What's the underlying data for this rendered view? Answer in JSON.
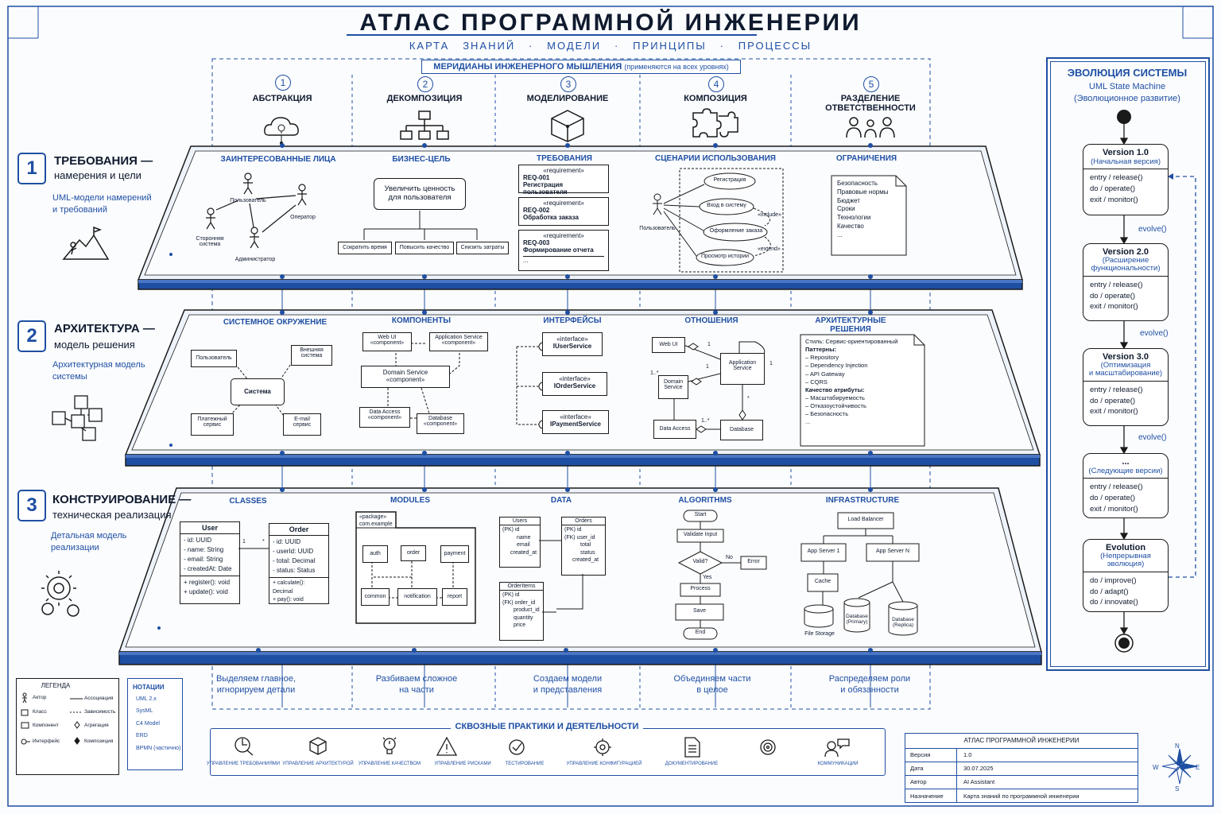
{
  "header": {
    "title": "АТЛАС ПРОГРАММНОЙ ИНЖЕНЕРИИ",
    "subtitle": "КАРТА   ЗНАНИЙ   ·   МОДЕЛИ   ·   ПРИНЦИПЫ   ·   ПРОЦЕССЫ"
  },
  "meridians": {
    "banner": "МЕРИДИАНЫ ИНЖЕНЕРНОГО МЫШЛЕНИЯ",
    "banner_note": "(применяются на всех уровнях)",
    "items": [
      {
        "num": "1",
        "label": "АБСТРАКЦИЯ"
      },
      {
        "num": "2",
        "label": "ДЕКОМПОЗИЦИЯ"
      },
      {
        "num": "3",
        "label": "МОДЕЛИРОВАНИЕ"
      },
      {
        "num": "4",
        "label": "КОМПОЗИЦИЯ"
      },
      {
        "num": "5",
        "label": "РАЗДЕЛЕНИЕ\nОТВЕТСТВЕННОСТИ"
      }
    ],
    "captions": [
      "Выделяем главное,\nигнорируем детали",
      "Разбиваем сложное\nна части",
      "Создаем модели\nи представления",
      "Объединяем части\nв целое",
      "Распределяем роли\nи обязанности"
    ]
  },
  "levels": [
    {
      "num": "1",
      "title": "ТРЕБОВАНИЯ —",
      "sub": "намерения и цели",
      "desc": "UML-модели намерений\nи требований"
    },
    {
      "num": "2",
      "title": "АРХИТЕКТУРА —",
      "sub": "модель решения",
      "desc": "Архитектурная модель\nсистемы"
    },
    {
      "num": "3",
      "title": "КОНСТРУИРОВАНИЕ —",
      "sub": "техническая реализация",
      "desc": "Детальная модель\nреализации"
    }
  ],
  "req": {
    "headers": [
      "ЗАИНТЕРЕСОВАННЫЕ ЛИЦА",
      "БИЗНЕС-ЦЕЛЬ",
      "ТРЕБОВАНИЯ",
      "СЦЕНАРИИ ИСПОЛЬЗОВАНИЯ",
      "ОГРАНИЧЕНИЯ"
    ],
    "actors": [
      "Пользователь",
      "Оператор",
      "Сторонняя\nсистема",
      "Администратор"
    ],
    "goal": "Увеличить ценность\nдля пользователя",
    "subgoals": [
      "Сократить время",
      "Повысить качество",
      "Снизить затраты"
    ],
    "requirements": [
      {
        "stereo": "«requirement»",
        "id": "REQ-001",
        "name": "Регистрация пользователя"
      },
      {
        "stereo": "«requirement»",
        "id": "REQ-002",
        "name": "Обработка заказа"
      },
      {
        "stereo": "«requirement»",
        "id": "REQ-003",
        "name": "Формирование отчета"
      }
    ],
    "req_more": "...",
    "uc_actor": "Пользователь",
    "usecases": [
      "Регистрация",
      "Вход в систему",
      "Оформление заказа",
      "Просмотр истории"
    ],
    "uc_include": "«include»",
    "uc_extend": "«extend»",
    "constraints": [
      "Безопасность",
      "Правовые нормы",
      "Бюджет",
      "Сроки",
      "Технологии",
      "Качество",
      "..."
    ]
  },
  "arch": {
    "headers": [
      "СИСТЕМНОЕ ОКРУЖЕНИЕ",
      "КОМПОНЕНТЫ",
      "ИНТЕРФЕЙСЫ",
      "ОТНОШЕНИЯ",
      "АРХИТЕКТУРНЫЕ РЕШЕНИЯ"
    ],
    "context": {
      "center": "Система",
      "user": "Пользователь",
      "ext": "Внешняя\nсистема",
      "pay": "Платежный\nсервис",
      "mail": "E-mail\nсервис"
    },
    "components": [
      {
        "name": "Web UI",
        "st": "«component»"
      },
      {
        "name": "Application Service",
        "st": "«component»"
      },
      {
        "name": "Domain Service",
        "st": "«component»"
      },
      {
        "name": "Data Access",
        "st": "«component»"
      },
      {
        "name": "Database",
        "st": "«component»"
      }
    ],
    "interfaces": [
      {
        "st": "«interface»",
        "name": "IUserService"
      },
      {
        "st": "«interface»",
        "name": "IOrderService"
      },
      {
        "st": "«interface»",
        "name": "IPaymentService"
      }
    ],
    "relations": {
      "webui": "Web UI",
      "app": "Application\nService",
      "domain": "Domain\nService",
      "da": "Data Access",
      "db": "Database",
      "m1": "1",
      "m2": "1",
      "m3": "1..*",
      "m4": "*",
      "m5": "1..*",
      "m6": "1"
    },
    "decisions": {
      "style": "Стиль: Сервис-ориентированный",
      "patterns_h": "Паттерны:",
      "patterns": [
        "– Repository",
        "– Dependency Injection",
        "– API Gateway",
        "– CQRS"
      ],
      "quality_h": "Качество атрибуты:",
      "quality": [
        "– Масштабируемость",
        "– Отказоустойчивость",
        "– Безопасность"
      ],
      "more": "..."
    }
  },
  "cons": {
    "headers": [
      "CLASSES",
      "MODULES",
      "DATA",
      "ALGORITHMS",
      "INFRASTRUCTURE"
    ],
    "user_cls": {
      "name": "User",
      "attrs": [
        "- id: UUID",
        "- name: String",
        "- email: String",
        "- createdAt: Date"
      ],
      "ops": [
        "+ register(): void",
        "+ update(): void"
      ]
    },
    "order_cls": {
      "name": "Order",
      "attrs": [
        "- id: UUID",
        "- userId: UUID",
        "- total: Decimal",
        "- status: Status"
      ],
      "ops": [
        "+ calculate(): Decimal",
        "+ pay(): void"
      ]
    },
    "assoc": {
      "a": "1",
      "b": "*"
    },
    "pkg": {
      "st": "«package»",
      "name": "com.example",
      "mods": [
        "auth",
        "order",
        "payment",
        "common",
        "notification",
        "report"
      ]
    },
    "users_tbl": {
      "name": "Users",
      "rows": [
        "(PK)  id",
        "name",
        "email",
        "created_at"
      ]
    },
    "orders_tbl": {
      "name": "Orders",
      "rows": [
        "(PK)  id",
        "(FK)  user_id",
        "total",
        "status",
        "created_at"
      ]
    },
    "items_tbl": {
      "name": "OrderItems",
      "rows": [
        "(PK)  id",
        "(FK)  order_id",
        "product_id",
        "quantity",
        "price"
      ]
    },
    "flow": {
      "start": "Start",
      "validate": "Validate Input",
      "valid": "Valid?",
      "no": "No",
      "yes": "Yes",
      "error": "Error",
      "process": "Process",
      "save": "Save",
      "end": "End"
    },
    "infra": {
      "lb": "Load Balancer",
      "a1": "App Server 1",
      "an": "App Server N",
      "cache": "Cache",
      "db1": "Database\n(Primary)",
      "db2": "Database\n(Replica)",
      "fs": "File Storage"
    }
  },
  "practices": {
    "title": "СКВОЗНЫЕ ПРАКТИКИ И ДЕЯТЕЛЬНОСТИ",
    "items": [
      {
        "label": "УПРАВЛЕНИЕ ТРЕБОВАНИЯМИ",
        "icon": "requirements-icon"
      },
      {
        "label": "УПРАВЛЕНИЕ АРХИТЕКТУРОЙ",
        "icon": "architecture-icon"
      },
      {
        "label": "УПРАВЛЕНИЕ КАЧЕСТВОМ",
        "icon": "quality-icon"
      },
      {
        "label": "УПРАВЛЕНИЕ РИСКАМИ",
        "icon": "risk-icon"
      },
      {
        "label": "ТЕСТИРОВАНИЕ",
        "icon": "testing-icon"
      },
      {
        "label": "УПРАВЛЕНИЕ КОНФИГУРАЦИЕЙ",
        "icon": "config-icon"
      },
      {
        "label": "ДОКУМЕНТИРОВАНИЕ",
        "icon": "docs-icon"
      },
      {
        "label": "",
        "icon": "target-icon"
      },
      {
        "label": "КОММУНИКАЦИИ",
        "icon": "communication-icon"
      }
    ]
  },
  "legend": {
    "title": "ЛЕГЕНДА",
    "items": [
      {
        "label": "Актор"
      },
      {
        "label": "Ассоциация"
      },
      {
        "label": "Класс"
      },
      {
        "label": "Зависимость"
      },
      {
        "label": "Компонент"
      },
      {
        "label": "Агрегация"
      },
      {
        "label": "Интерфейс"
      },
      {
        "label": "Композиция"
      }
    ]
  },
  "notations": {
    "title": "НОТАЦИИ",
    "items": [
      "UML 2.x",
      "SysML",
      "C4 Model",
      "ERD",
      "BPMN (частично)"
    ]
  },
  "meta": {
    "title": "АТЛАС  ПРОГРАММНОЙ  ИНЖЕНЕРИИ",
    "rows": [
      {
        "k": "Версия",
        "v": "1.0"
      },
      {
        "k": "Дата",
        "v": "30.07.2025"
      },
      {
        "k": "Автор",
        "v": "AI Assistant"
      },
      {
        "k": "Назначение",
        "v": "Карта знаний по программной инженерии"
      }
    ]
  },
  "compass": {
    "n": "N",
    "s": "S",
    "e": "E",
    "w": "W"
  },
  "evolution": {
    "title": "ЭВОЛЮЦИЯ СИСТЕМЫ",
    "sub1": "UML State Machine",
    "sub2": "(Эволюционное развитие)",
    "states": [
      {
        "name": "Version 1.0",
        "desc": "(Начальная версия)",
        "acts": [
          "entry / release()",
          "do / operate()",
          "exit / monitor()"
        ]
      },
      {
        "name": "Version 2.0",
        "desc": "(Расширение\nфункциональности)",
        "acts": [
          "entry / release()",
          "do / operate()",
          "exit / monitor()"
        ]
      },
      {
        "name": "Version 3.0",
        "desc": "(Оптимизация\nи масштабирование)",
        "acts": [
          "entry / release()",
          "do / operate()",
          "exit / monitor()"
        ]
      },
      {
        "name": "...",
        "desc": "(Следующие версии)",
        "acts": [
          "entry / release()",
          "do / operate()",
          "exit / monitor()"
        ]
      },
      {
        "name": "Evolution",
        "desc": "(Непрерывная\nэволюция)",
        "acts": [
          "do / improve()",
          "do / adapt()",
          "do / innovate()"
        ]
      }
    ],
    "transition": "evolve()"
  }
}
